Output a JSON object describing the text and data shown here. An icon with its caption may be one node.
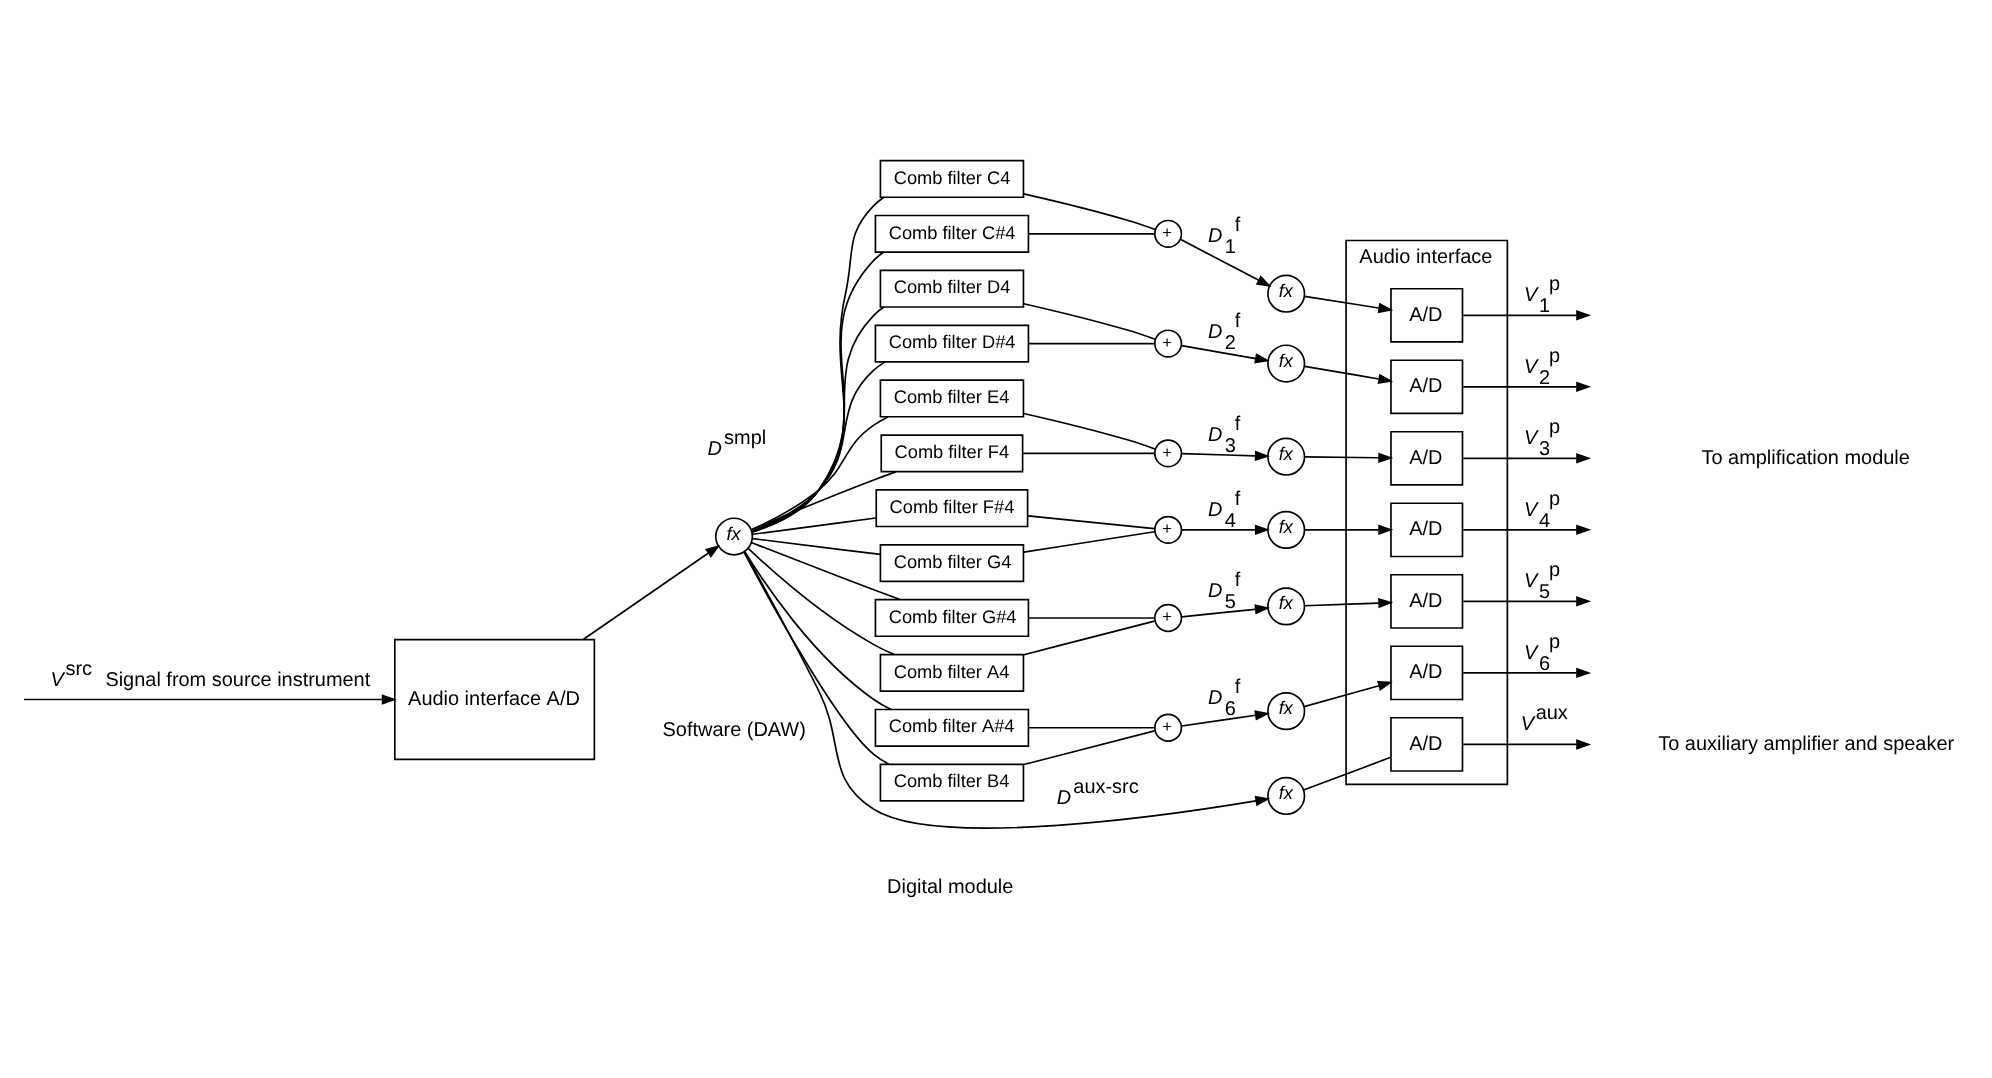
{
  "diagram": {
    "nodes": [
      {
        "text": [
          "Audio interface A/D"
        ]
      },
      {
        "text": [
          "fx"
        ],
        "beside": [
          "*D*$^{smpl}$"
        ]
      },
      {
        "text": [
          "Comb filter C4"
        ]
      },
      {
        "text": [
          "Comb filter C#4"
        ]
      },
      {
        "text": [
          "+"
        ]
      },
      {
        "text": [
          "fx"
        ]
      },
      {
        "text": [
          "Comb filter D4"
        ]
      },
      {
        "text": [
          "Comb filter D#4"
        ]
      },
      {
        "text": [
          "+"
        ]
      },
      {
        "text": [
          "fx"
        ]
      },
      {
        "text": [
          "Comb filter E4"
        ]
      },
      {
        "text": [
          "Comb filter F4"
        ]
      },
      {
        "text": [
          "+"
        ]
      },
      {
        "text": [
          "fx"
        ]
      },
      {
        "text": [
          "Comb filter F#4"
        ]
      },
      {
        "text": [
          "Comb filter G4"
        ]
      },
      {
        "text": [
          "+"
        ]
      },
      {
        "text": [
          "fx"
        ]
      },
      {
        "text": [
          "Comb filter G#4"
        ]
      },
      {
        "text": [
          "Comb filter A4"
        ]
      },
      {
        "text": [
          "+"
        ]
      },
      {
        "text": [
          "fx"
        ]
      },
      {
        "text": [
          "Comb filter A#4"
        ]
      },
      {
        "text": [
          "Comb filter B4"
        ]
      },
      {
        "text": [
          "+"
        ]
      },
      {
        "text": [
          "fx"
        ]
      },
      {
        "text": [
          "fx"
        ]
      },
      {
        "text": [
          "Audio interface"
        ]
      },
      {
        "text": [
          "A/D"
        ],
        "in": 27
      },
      {
        "text": [
          "A/D"
        ],
        "in": 27
      },
      {
        "text": [
          "A/D"
        ],
        "in": 27
      },
      {
        "text": [
          "A/D"
        ],
        "in": 27
      },
      {
        "text": [
          "A/D"
        ],
        "in": 27
      },
      {
        "text": [
          "A/D"
        ],
        "in": 27
      },
      {
        "text": [
          "A/D"
        ],
        "in": 27
      }
    ],
    "edges": [
      {
        "from": null,
        "to": 0,
        "arrow": "to",
        "label": "*V*$^{src}$ Signal from source instrument"
      },
      {
        "from": 0,
        "to": 1,
        "arrow": "to"
      },
      {
        "from": 1,
        "to": 2,
        "arrow": "none"
      },
      {
        "from": 1,
        "to": 3,
        "arrow": "none"
      },
      {
        "from": 1,
        "to": 6,
        "arrow": "none"
      },
      {
        "from": 1,
        "to": 7,
        "arrow": "none"
      },
      {
        "from": 1,
        "to": 10,
        "arrow": "none"
      },
      {
        "from": 1,
        "to": 11,
        "arrow": "none"
      },
      {
        "from": 1,
        "to": 14,
        "arrow": "none"
      },
      {
        "from": 1,
        "to": 15,
        "arrow": "none"
      },
      {
        "from": 1,
        "to": 18,
        "arrow": "none"
      },
      {
        "from": 1,
        "to": 19,
        "arrow": "none"
      },
      {
        "from": 1,
        "to": 22,
        "arrow": "none"
      },
      {
        "from": 1,
        "to": 23,
        "arrow": "none"
      },
      {
        "from": 1,
        "to": 26,
        "arrow": "to",
        "label": "*D*$^{aux-src}$"
      },
      {
        "from": 2,
        "to": 4,
        "arrow": "none"
      },
      {
        "from": 3,
        "to": 4,
        "arrow": "none"
      },
      {
        "from": 4,
        "to": 5,
        "arrow": "to",
        "label": "*D*$_{1}$$^{f}$"
      },
      {
        "from": 5,
        "to": 28,
        "arrow": "to"
      },
      {
        "from": 6,
        "to": 8,
        "arrow": "none"
      },
      {
        "from": 7,
        "to": 8,
        "arrow": "none"
      },
      {
        "from": 8,
        "to": 9,
        "arrow": "to",
        "label": "*D*$_{2}$$^{f}$"
      },
      {
        "from": 9,
        "to": 29,
        "arrow": "to"
      },
      {
        "from": 10,
        "to": 12,
        "arrow": "none"
      },
      {
        "from": 11,
        "to": 12,
        "arrow": "none"
      },
      {
        "from": 12,
        "to": 13,
        "arrow": "to",
        "label": "*D*$_{3}$$^{f}$"
      },
      {
        "from": 13,
        "to": 30,
        "arrow": "to"
      },
      {
        "from": 14,
        "to": 16,
        "arrow": "none"
      },
      {
        "from": 15,
        "to": 16,
        "arrow": "none"
      },
      {
        "from": 16,
        "to": 17,
        "arrow": "to",
        "label": "*D*$_{4}$$^{f}$"
      },
      {
        "from": 17,
        "to": 31,
        "arrow": "to"
      },
      {
        "from": 18,
        "to": 20,
        "arrow": "none"
      },
      {
        "from": 19,
        "to": 20,
        "arrow": "none"
      },
      {
        "from": 20,
        "to": 21,
        "arrow": "to",
        "label": "*D*$_{5}$$^{f}$"
      },
      {
        "from": 21,
        "to": 32,
        "arrow": "to"
      },
      {
        "from": 22,
        "to": 24,
        "arrow": "none"
      },
      {
        "from": 23,
        "to": 24,
        "arrow": "none"
      },
      {
        "from": 24,
        "to": 25,
        "arrow": "to",
        "label": "*D*$_{6}$$^{f}$"
      },
      {
        "from": 25,
        "to": 33,
        "arrow": "to"
      },
      {
        "from": 26,
        "to": 34,
        "arrow": "none"
      },
      {
        "from": 28,
        "to": null,
        "arrow": "to",
        "label": "*V*$_{1}$$^{p}$"
      },
      {
        "from": 29,
        "to": null,
        "arrow": "to",
        "label": "*V*$_{2}$$^{p}$"
      },
      {
        "from": 30,
        "to": null,
        "arrow": "to",
        "label": "*V*$_{3}$$^{p}$"
      },
      {
        "from": 31,
        "to": null,
        "arrow": "to",
        "label": "*V*$_{4}$$^{p}$"
      },
      {
        "from": 32,
        "to": null,
        "arrow": "to",
        "label": "*V*$_{5}$$^{p}$"
      },
      {
        "from": 33,
        "to": null,
        "arrow": "to",
        "label": "*V*$_{6}$$^{p}$"
      },
      {
        "from": 34,
        "to": null,
        "arrow": "to",
        "label": "*V*$^{aux}$"
      }
    ],
    "labels": [
      "Software (DAW)",
      "Digital module",
      "To amplification module",
      "To auxiliary amplifier and speaker"
    ]
  }
}
